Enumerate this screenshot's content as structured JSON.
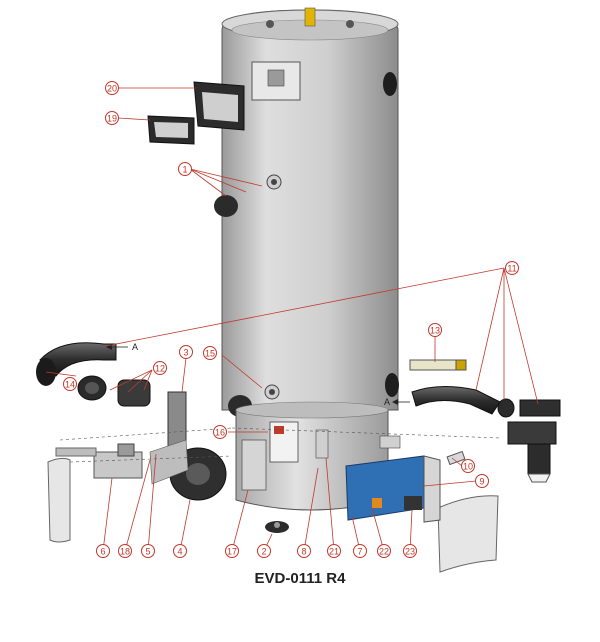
{
  "diagram": {
    "caption": "EVD-0111 R4",
    "arrow_label": "A",
    "colors": {
      "callout": "#c0392b",
      "tank": "#c9c9c9",
      "jacket": "#bdbdbd",
      "part": "#3a3a3a",
      "board": "#2f6fb3"
    },
    "callouts": [
      "1",
      "2",
      "3",
      "4",
      "5",
      "6",
      "7",
      "8",
      "9",
      "10",
      "11",
      "12",
      "13",
      "14",
      "15",
      "16",
      "17",
      "18",
      "19",
      "20",
      "21",
      "22",
      "23"
    ]
  }
}
